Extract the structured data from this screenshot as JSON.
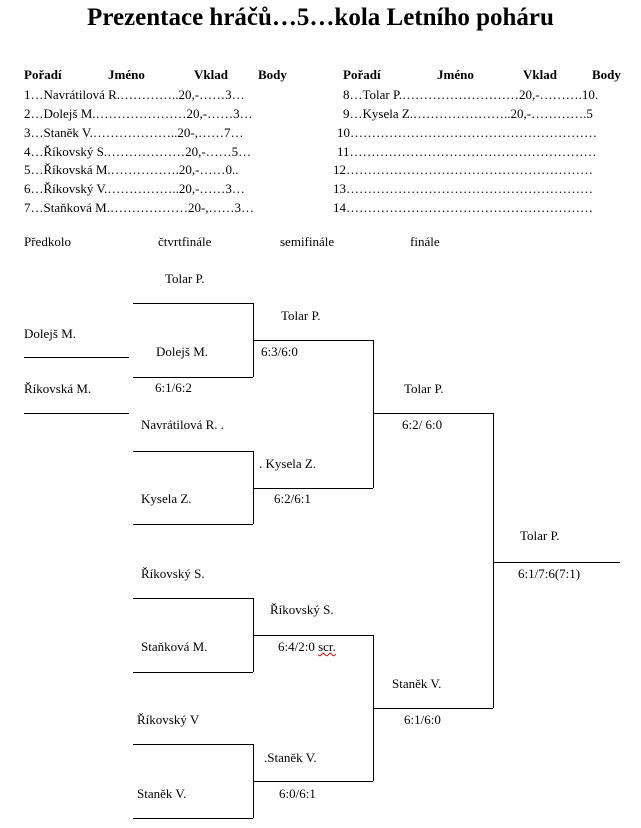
{
  "title": "Prezentace  hráčů…5…kola Letního poháru",
  "table": {
    "headers": {
      "rank": "Pořadí",
      "name": "Jméno",
      "fee": "Vklad",
      "points": "Body"
    },
    "left_rows": [
      "1…Navrátilová R.…………..20,-……3…",
      "2…Dolejš M.…………………20,-……3…",
      "3…Staněk V.………………..20-,……7…",
      "4…Říkovský S.………………20,-……5…",
      "5…Říkovská M.…………….20,-……0..",
      "6…Říkovský V.……………..20,-……3…",
      "7…Staňková M.………………20-,……3…"
    ],
    "right_rows": [
      "8…Tolar P.………………………20,-……….10.",
      "9…Kysela Z.…………………..20,-………….5",
      "10…………………………………………………",
      "11…………………………………………………",
      "12…………………………………………………",
      "13…………………………………………………",
      "14…………………………………………………"
    ]
  },
  "rounds": {
    "preliminary": "Předkolo",
    "quarterfinal": "čtvrtfinále",
    "semifinal": "semifinále",
    "final": "finále"
  },
  "bracket": {
    "pre_player_1": "Dolejš M.",
    "pre_player_2": "Říkovská M.",
    "qf_1_a": "Tolar P.",
    "qf_1_b": "Dolejš M.",
    "qf_1_score": "6:1/6:2",
    "qf_2_a": "Navrátilová R. .",
    "qf_2_b": "Kysela Z.",
    "qf_3_a": "Říkovský S.",
    "qf_3_b": "Staňková M.",
    "qf_4_a": "Říkovský V",
    "qf_4_b": "Staněk V.",
    "sf_1_name": "Tolar P.",
    "sf_1_score": "6:3/6:0",
    "sf_2_name": ". Kysela Z.",
    "sf_2_score": "6:2/6:1",
    "sf_3_name": "Říkovský S.",
    "sf_3_score_main": "6:4/2:0 ",
    "sf_3_score_note": "scr.",
    "sf_4_name": ".Staněk V.",
    "sf_4_score": "6:0/6:1",
    "f_1_name": "Tolar P.",
    "f_1_score": "6:2/ 6:0",
    "f_2_name": "Staněk V.",
    "f_2_score": "6:1/6:0",
    "winner_name": "Tolar P.",
    "winner_score": "6:1/7:6(7:1)"
  }
}
